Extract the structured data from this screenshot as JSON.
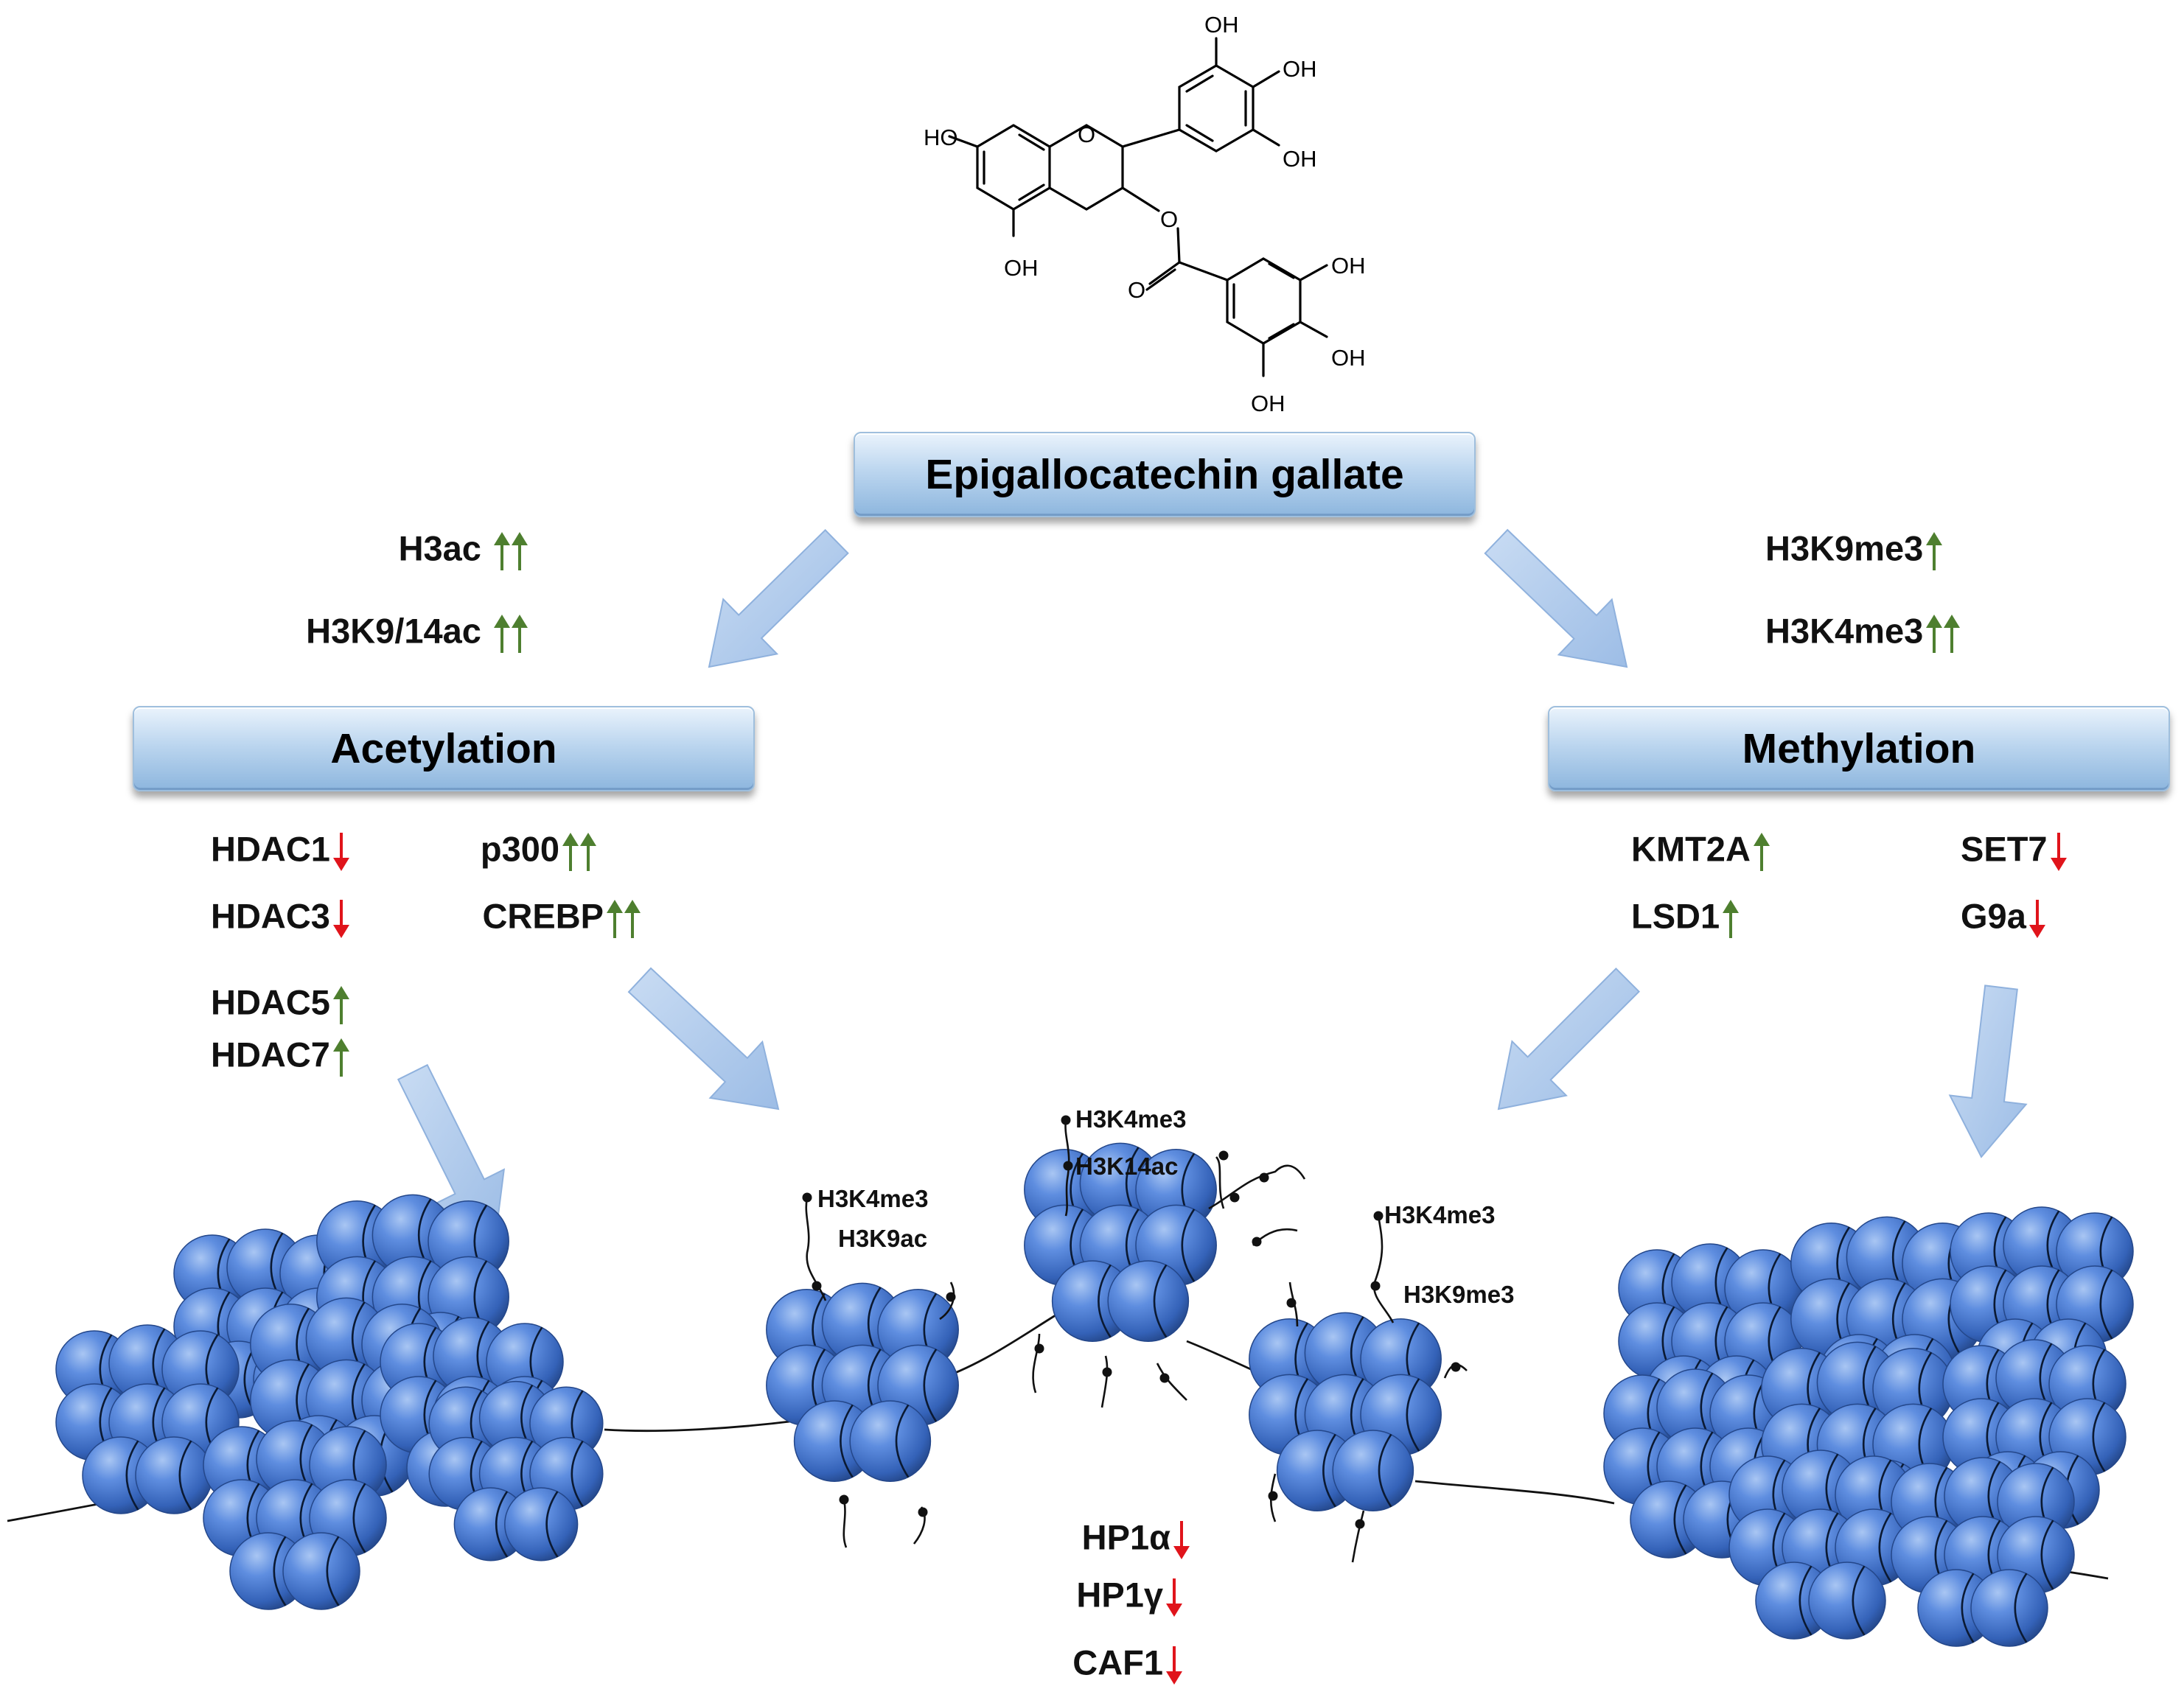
{
  "compound": {
    "name": "Epigallocatechin gallate",
    "atoms": {
      "ho_left": "HO",
      "o_ring": "O",
      "oh_top": "OH",
      "oh_right1": "OH",
      "oh_right2": "OH",
      "oh_bottom": "OH",
      "o_ester": "O",
      "o_carbonyl": "O",
      "oh_g1": "OH",
      "oh_g2": "OH",
      "oh_g3": "OH"
    }
  },
  "acetylation": {
    "title": "Acetylation",
    "marks": [
      {
        "label": "H3ac",
        "change": "up-up"
      },
      {
        "label": "H3K9/14ac",
        "change": "up-up"
      }
    ],
    "enzymes_left": [
      {
        "label": "HDAC1",
        "change": "down"
      },
      {
        "label": "HDAC3",
        "change": "down"
      },
      {
        "label": "HDAC5",
        "change": "up"
      },
      {
        "label": "HDAC7",
        "change": "up"
      }
    ],
    "enzymes_right": [
      {
        "label": "p300",
        "change": "up-up"
      },
      {
        "label": "CREBP",
        "change": "up-up"
      }
    ]
  },
  "methylation": {
    "title": "Methylation",
    "marks": [
      {
        "label": "H3K9me3",
        "change": "up"
      },
      {
        "label": "H3K4me3",
        "change": "up-up"
      }
    ],
    "enzymes_left": [
      {
        "label": "KMT2A",
        "change": "up"
      },
      {
        "label": "LSD1",
        "change": "up"
      }
    ],
    "enzymes_right": [
      {
        "label": "SET7",
        "change": "down"
      },
      {
        "label": "G9a",
        "change": "down"
      }
    ]
  },
  "chromatin_tags": {
    "n1_a": "H3K4me3",
    "n1_b": "H3K9ac",
    "n2_a": "H3K4me3",
    "n2_b": "H3K14ac",
    "n3_a": "H3K4me3",
    "n3_b": "H3K9me3"
  },
  "heterochromatin_proteins": [
    {
      "label": "HP1α",
      "change": "down"
    },
    {
      "label": "HP1γ",
      "change": "down"
    },
    {
      "label": "CAF1",
      "change": "down"
    }
  ],
  "colors": {
    "up": "#4e7f2f",
    "down": "#e0141b",
    "histone": "#4a77c9",
    "arrow": "#a9c6ea"
  }
}
